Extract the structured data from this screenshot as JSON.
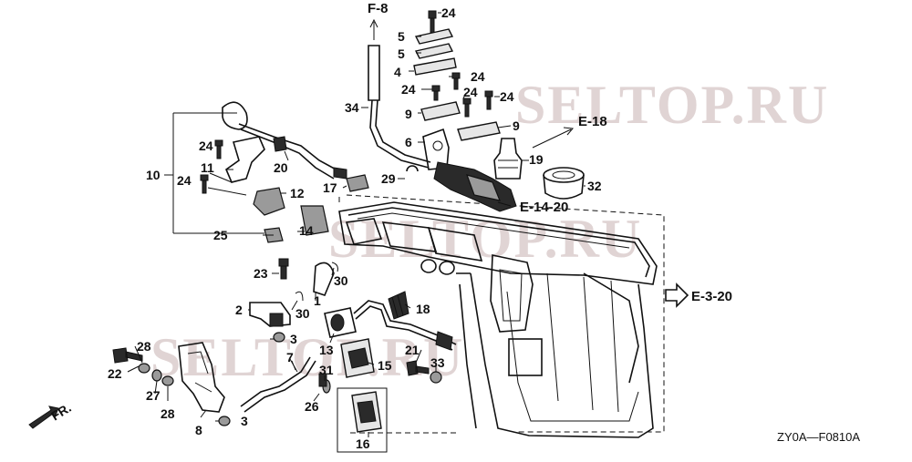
{
  "watermark": "SELTOP.RU",
  "drawing_code": "ZY0A—F0810A",
  "direction_label": "FR.",
  "references": {
    "f8": "F-8",
    "e18": "E-18",
    "e1420": "E-14-20",
    "e320": "E-3-20"
  },
  "callouts": {
    "c24a": "24",
    "c5a": "5",
    "c5b": "5",
    "c4": "4",
    "c24b": "24",
    "c24c": "24",
    "c24d": "24",
    "c24e": "24",
    "c9a": "9",
    "c9b": "9",
    "c34": "34",
    "c6": "6",
    "c19": "19",
    "c29": "29",
    "c17": "17",
    "c32": "32",
    "c10": "10",
    "c24f": "24",
    "c11": "11",
    "c20": "20",
    "c24g": "24",
    "c12": "12",
    "c25": "25",
    "c14": "14",
    "c23": "23",
    "c30a": "30",
    "c2": "2",
    "c30b": "30",
    "c1": "1",
    "c18": "18",
    "c3a": "3",
    "c13": "13",
    "c7": "7",
    "c28a": "28",
    "c22": "22",
    "c27": "27",
    "c28b": "28",
    "c8": "8",
    "c3b": "3",
    "c21": "21",
    "c33": "33",
    "c15": "15",
    "c31": "31",
    "c26": "26",
    "c16": "16"
  }
}
